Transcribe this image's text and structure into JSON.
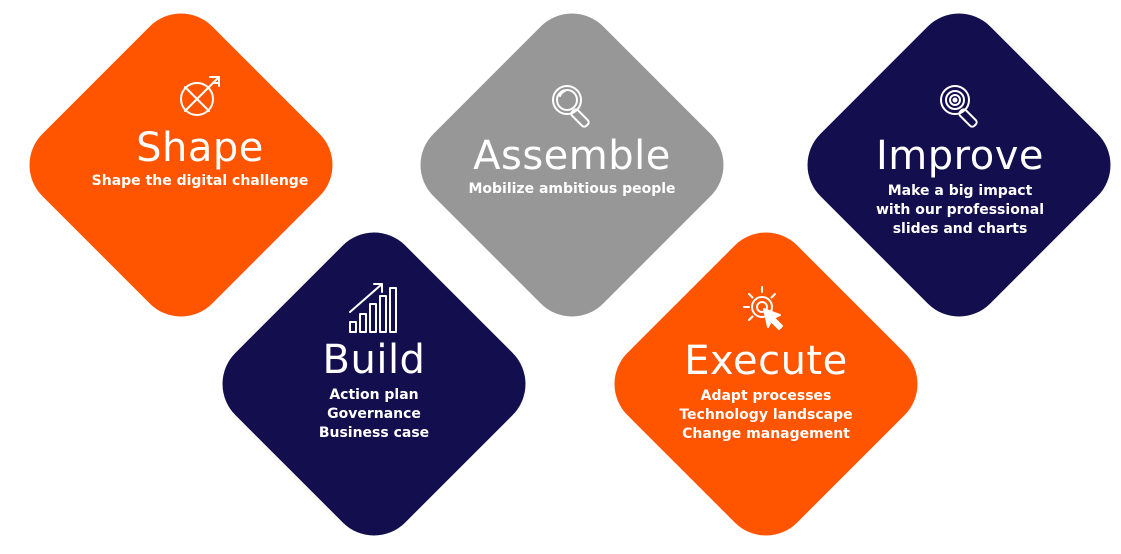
{
  "colors": {
    "orange": "#FF5500",
    "gray": "#979797",
    "navy": "#130F4F",
    "text": "#FFFFFF"
  },
  "cards": {
    "shape": {
      "color": "orange",
      "icon": "target-arrow-icon",
      "title": "Shape",
      "lines": [
        "Shape the digital challenge"
      ]
    },
    "assemble": {
      "color": "gray",
      "icon": "magnifier-icon",
      "title": "Assemble",
      "lines": [
        "Mobilize ambitious people"
      ]
    },
    "improve": {
      "color": "navy",
      "icon": "magnifier-target-icon",
      "title": "Improve",
      "lines": [
        "Make a big impact",
        "with our professional",
        "slides and charts"
      ]
    },
    "build": {
      "color": "navy",
      "icon": "bar-chart-growth-icon",
      "title": "Build",
      "lines": [
        "Action plan",
        "Governance",
        "Business case"
      ]
    },
    "execute": {
      "color": "orange",
      "icon": "click-target-icon",
      "title": "Execute",
      "lines": [
        "Adapt processes",
        "Technology landscape",
        "Change management"
      ]
    }
  }
}
